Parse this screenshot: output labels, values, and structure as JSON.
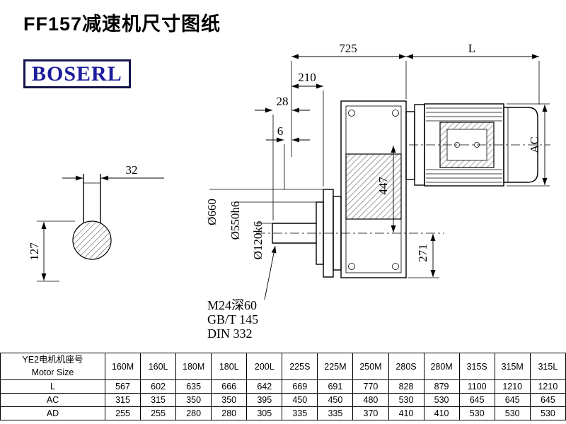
{
  "page": {
    "title": "FF157减速机尺寸图纸",
    "brand": "BOSERL"
  },
  "drawing": {
    "dimensions": {
      "overall_width": "725",
      "motor_length": "L",
      "dim_210": "210",
      "dim_28": "28",
      "dim_6": "6",
      "motor_height": "AC",
      "dim_447": "447",
      "dim_271": "271",
      "key_width": "32",
      "dim_127": "127",
      "flange_dia": "Ø660",
      "spigot_dia": "Ø550h6",
      "shaft_dia": "Ø120k6",
      "tap_note": "M24深60",
      "std_note1": "GB/T 145",
      "std_note2": "DIN 332"
    }
  },
  "table": {
    "header_cn": "YE2电机机座号",
    "header_en": "Motor Size",
    "columns": [
      "160M",
      "160L",
      "180M",
      "180L",
      "200L",
      "225S",
      "225M",
      "250M",
      "280S",
      "280M",
      "315S",
      "315M",
      "315L"
    ],
    "rows": [
      {
        "label": "L",
        "values": [
          567,
          602,
          635,
          666,
          642,
          669,
          691,
          770,
          828,
          879,
          1100,
          1210,
          1210
        ]
      },
      {
        "label": "AC",
        "values": [
          315,
          315,
          350,
          350,
          395,
          450,
          450,
          480,
          530,
          530,
          645,
          645,
          645
        ]
      },
      {
        "label": "AD",
        "values": [
          255,
          255,
          280,
          280,
          305,
          335,
          335,
          370,
          410,
          410,
          530,
          530,
          530
        ]
      }
    ]
  }
}
